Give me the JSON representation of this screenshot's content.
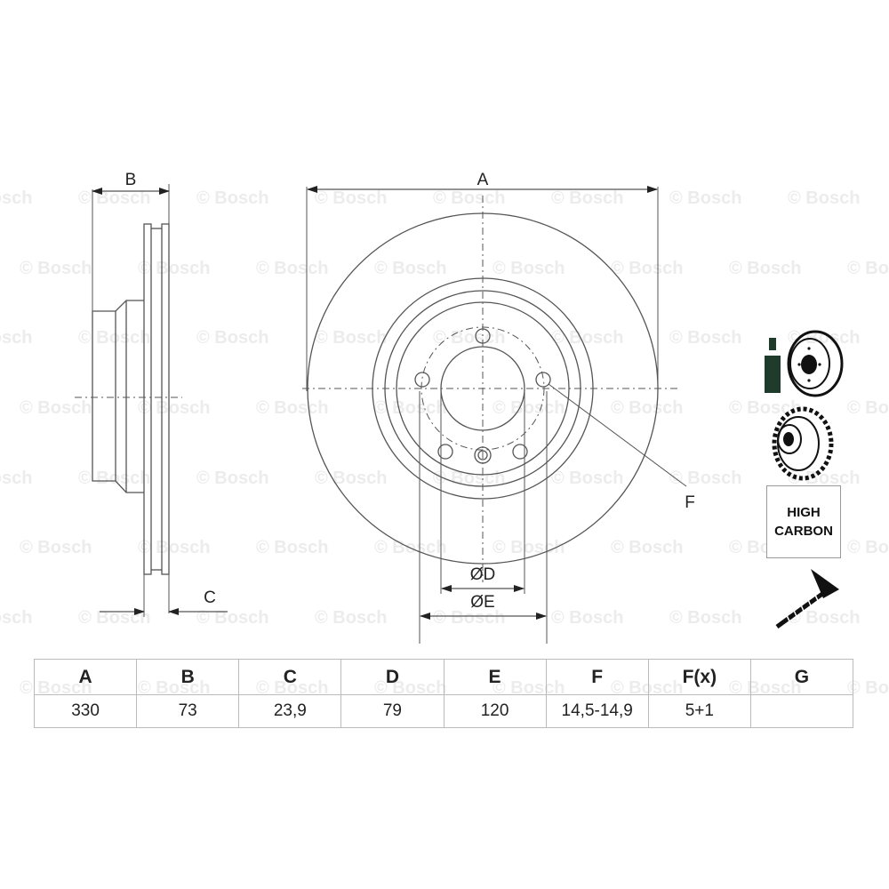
{
  "watermark": {
    "text": "© Bosch",
    "color": "#ececec"
  },
  "drawing": {
    "side_view_labels": {
      "B": "B",
      "C": "C"
    },
    "front_view_labels": {
      "A": "A",
      "D": "ØD",
      "E": "ØE",
      "F": "F"
    },
    "line_color": "#555555"
  },
  "icons": [
    {
      "name": "disc-cleaner-spray-icon"
    },
    {
      "name": "ventilated-disc-icon"
    },
    {
      "name": "high-carbon-badge",
      "line1": "HIGH",
      "line2": "CARBON"
    },
    {
      "name": "countersunk-screw-icon"
    }
  ],
  "spec_table": {
    "headers": [
      "A",
      "B",
      "C",
      "D",
      "E",
      "F",
      "F(x)",
      "G"
    ],
    "values": [
      "330",
      "73",
      "23,9",
      "79",
      "120",
      "14,5-14,9",
      "5+1",
      ""
    ]
  }
}
